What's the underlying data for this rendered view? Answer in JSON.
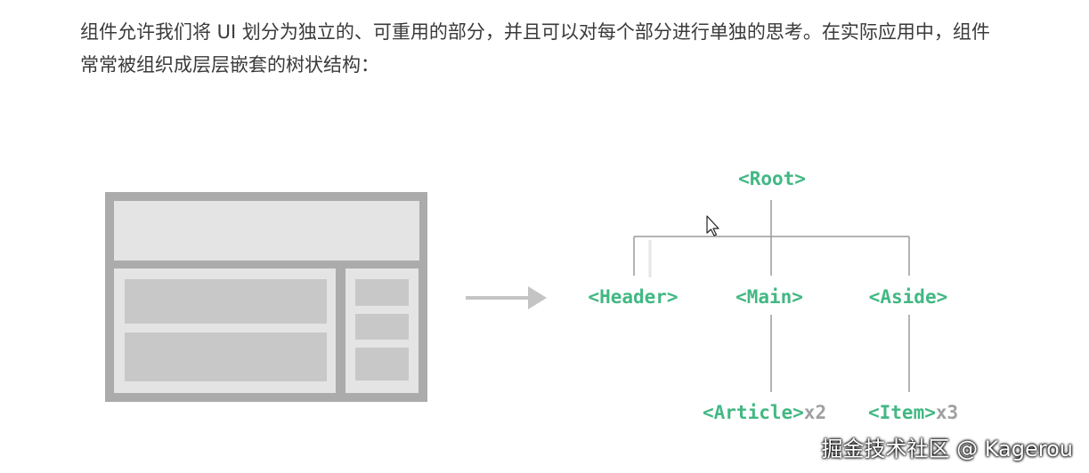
{
  "paragraph": "组件允许我们将 UI 划分为独立的、可重用的部分，并且可以对每个部分进行单独的思考。在实际应用中，组件常常被组织成层层嵌套的树状结构：",
  "tree": {
    "root": "<Root>",
    "header": "<Header>",
    "main": "<Main>",
    "aside": "<Aside>",
    "article": "<Article>",
    "article_count": "x2",
    "item": "<Item>",
    "item_count": "x3"
  },
  "colors": {
    "tag_green": "#42b883",
    "count_gray": "#a0a0a0",
    "line_gray": "#9a9a9a",
    "wire_frame": "#ababab",
    "wire_fill": "#e4e4e4",
    "wire_block": "#c8c8c8"
  },
  "watermark": "掘金技术社区 @ Kagerou"
}
